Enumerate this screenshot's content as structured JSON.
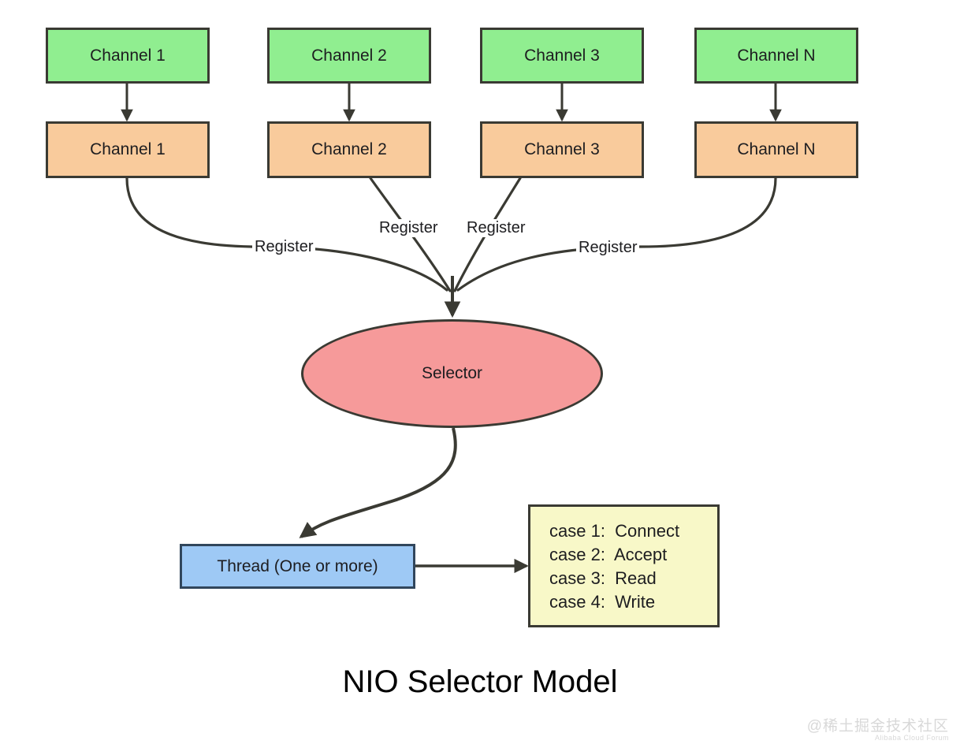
{
  "title": "NIO Selector Model",
  "diagram": {
    "type": "flow-diagram",
    "channels_top": [
      {
        "label": "Channel 1"
      },
      {
        "label": "Channel 2"
      },
      {
        "label": "Channel 3"
      },
      {
        "label": "Channel N"
      }
    ],
    "channels_bottom": [
      {
        "label": "Channel 1"
      },
      {
        "label": "Channel 2"
      },
      {
        "label": "Channel 3"
      },
      {
        "label": "Channel N"
      }
    ],
    "register_labels": [
      {
        "label": "Register"
      },
      {
        "label": "Register"
      },
      {
        "label": "Register"
      },
      {
        "label": "Register"
      }
    ],
    "selector": {
      "label": "Selector"
    },
    "thread": {
      "label": "Thread (One or more)"
    },
    "cases": {
      "lines": [
        "case 1:  Connect",
        "case 2:  Accept",
        "case 3:  Read",
        "case 4:  Write"
      ]
    }
  },
  "colors": {
    "channel_top_fill": "#90ee90",
    "channel_bottom_fill": "#f9cb9c",
    "selector_fill": "#f69a9a",
    "thread_fill": "#9ec9f5",
    "case_fill": "#f8f8c8",
    "stroke": "#3a3a33",
    "background": "#ffffff"
  },
  "watermark": {
    "main": "@稀土掘金技术社区",
    "sub": "Alibaba Cloud Forum"
  }
}
